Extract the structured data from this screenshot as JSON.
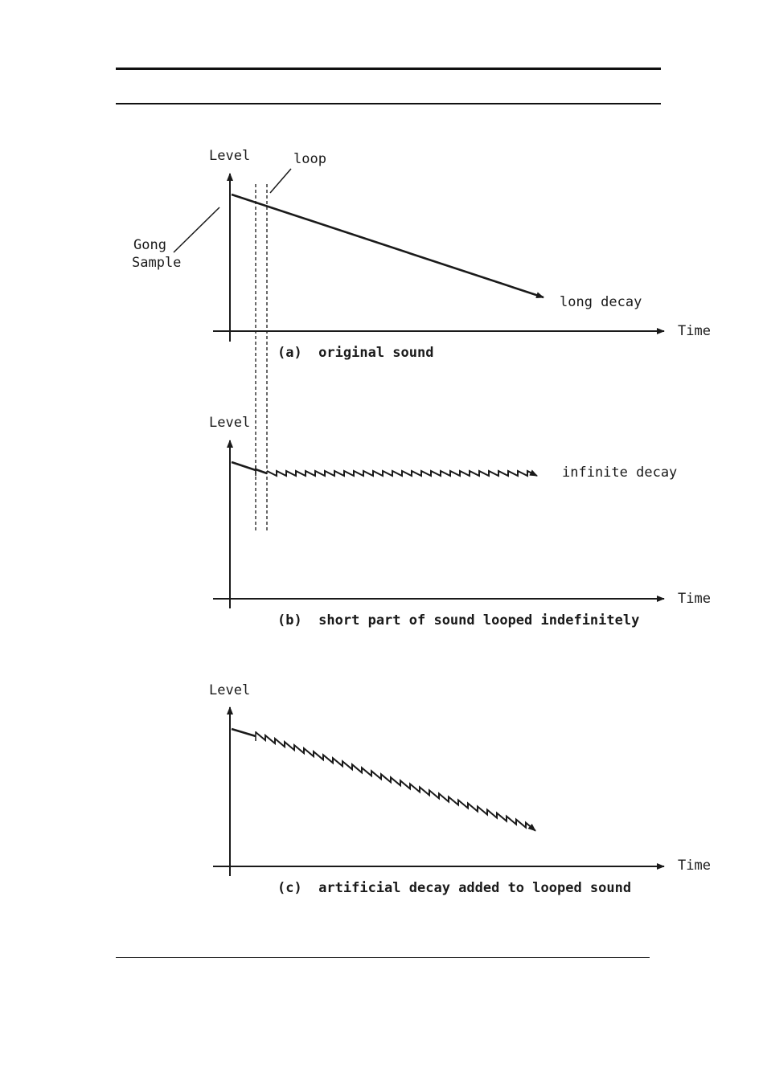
{
  "diagram": {
    "common": {
      "y_axis_label": "Level",
      "x_axis_label": "Time"
    },
    "panel_a": {
      "caption": "(a)  original sound",
      "loop_label": "loop",
      "sample_label_line1": "Gong",
      "sample_label_line2": "Sample",
      "end_label": "long decay"
    },
    "panel_b": {
      "caption": "(b)  short part of sound looped indefinitely",
      "end_label": "infinite decay"
    },
    "panel_c": {
      "caption": "(c)  artificial decay added to looped sound"
    }
  }
}
